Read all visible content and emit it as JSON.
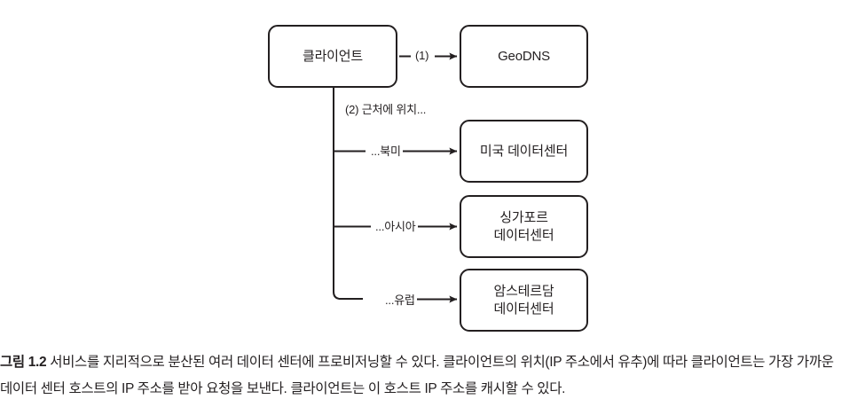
{
  "figure": {
    "caption_label": "그림 1.2",
    "caption_text": " 서비스를 지리적으로 분산된 여러 데이터 센터에 프로비저닝할 수 있다. 클라이언트의 위치(IP 주소에서 유추)에 따라 클라이언트는 가장 가까운 데이터 센터 호스트의 IP 주소를 받아 요청을 보낸다. 클라이언트는 이 호스트 IP 주소를 캐시할 수 있다."
  },
  "diagram": {
    "type": "flow-diagram",
    "nodes": [
      {
        "id": "client",
        "label": "클라이언트"
      },
      {
        "id": "geodns",
        "label": "GeoDNS"
      },
      {
        "id": "us_dc",
        "label": "미국 데이터센터"
      },
      {
        "id": "sg_dc",
        "label": "싱가포르\n데이터센터"
      },
      {
        "id": "ams_dc",
        "label": "암스테르담\n데이터센터"
      }
    ],
    "edges": [
      {
        "id": "e1",
        "from": "client",
        "to": "geodns",
        "label": "(1)"
      },
      {
        "id": "e2",
        "from": "client",
        "to": "branch",
        "label": "(2) 근처에 위치..."
      },
      {
        "id": "e3",
        "from": "client",
        "to": "us_dc",
        "label": "...북미"
      },
      {
        "id": "e4",
        "from": "client",
        "to": "sg_dc",
        "label": "...아시아"
      },
      {
        "id": "e5",
        "from": "client",
        "to": "ams_dc",
        "label": "...유럽"
      }
    ],
    "colors": {
      "stroke": "#231f20",
      "fill": "#ffffff"
    }
  }
}
